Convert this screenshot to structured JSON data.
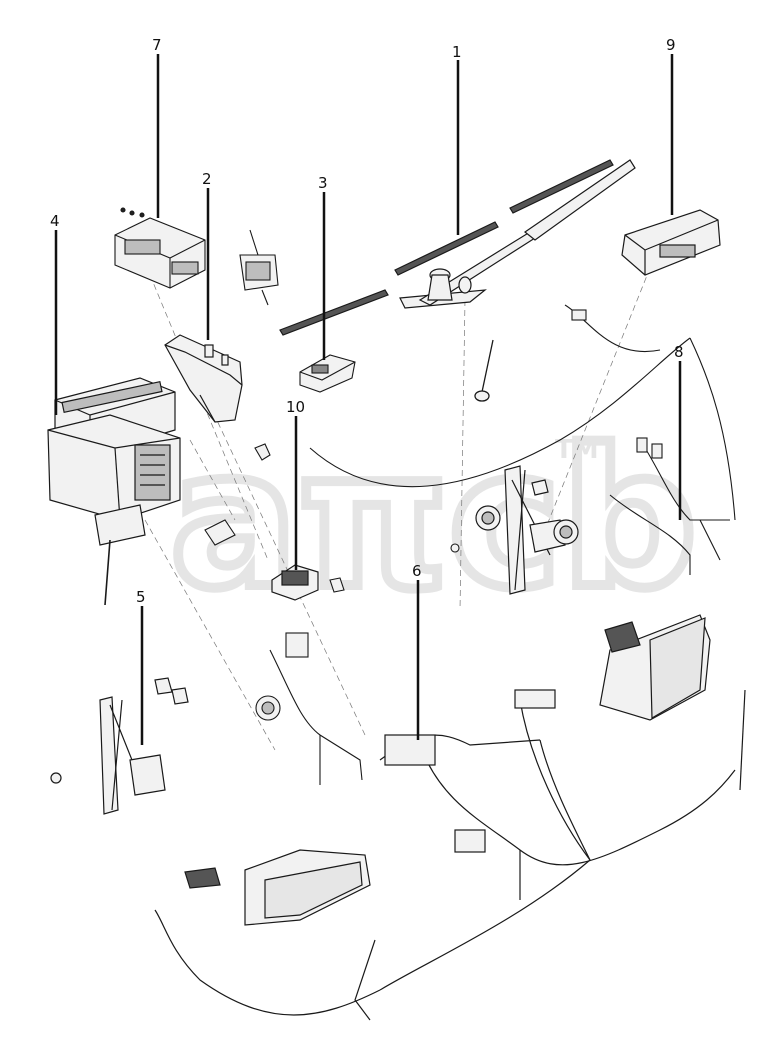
{
  "diagram": {
    "callouts": [
      {
        "id": "c1",
        "label": "1"
      },
      {
        "id": "c2",
        "label": "2"
      },
      {
        "id": "c3",
        "label": "3"
      },
      {
        "id": "c4",
        "label": "4"
      },
      {
        "id": "c5",
        "label": "5"
      },
      {
        "id": "c6",
        "label": "6"
      },
      {
        "id": "c7",
        "label": "7"
      },
      {
        "id": "c8",
        "label": "8"
      },
      {
        "id": "c9",
        "label": "9"
      },
      {
        "id": "c10",
        "label": "10"
      }
    ],
    "watermark": {
      "text": "aπcb",
      "tm": "TM"
    },
    "colors": {
      "line": "#1a1a1a",
      "part_fill": "#f2f2f2",
      "part_shade": "#bdbdbd",
      "watermark": "#e3e3e3"
    }
  }
}
